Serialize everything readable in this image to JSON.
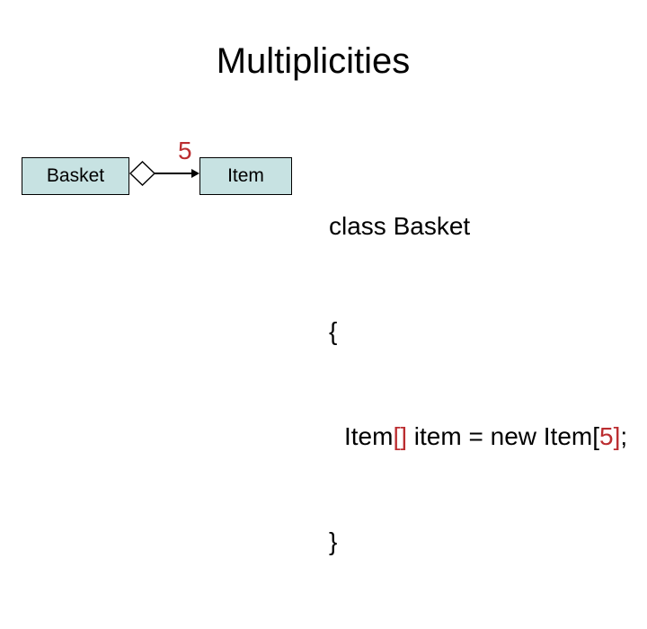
{
  "slide": {
    "title": "Multiplicities"
  },
  "colors": {
    "background": "#ffffff",
    "text": "#000000",
    "accent_red": "#bb2d30",
    "box_fill": "#c7e2e2",
    "box_border": "#000000"
  },
  "diagram": {
    "basket_box": {
      "label": "Basket"
    },
    "item_box": {
      "label": "Item"
    },
    "multiplicity_label": "5",
    "connector_type": "aggregation-open-diamond-with-arrow"
  },
  "code": {
    "line1": "class Basket",
    "line2": "{",
    "line3_segments": [
      {
        "text": "Item",
        "color": "#000000"
      },
      {
        "text": "[]",
        "color": "#bb2d30"
      },
      {
        "text": " item = new Item[",
        "color": "#000000"
      },
      {
        "text": "5]",
        "color": "#bb2d30"
      },
      {
        "text": ";",
        "color": "#000000"
      }
    ],
    "line4": "}"
  }
}
